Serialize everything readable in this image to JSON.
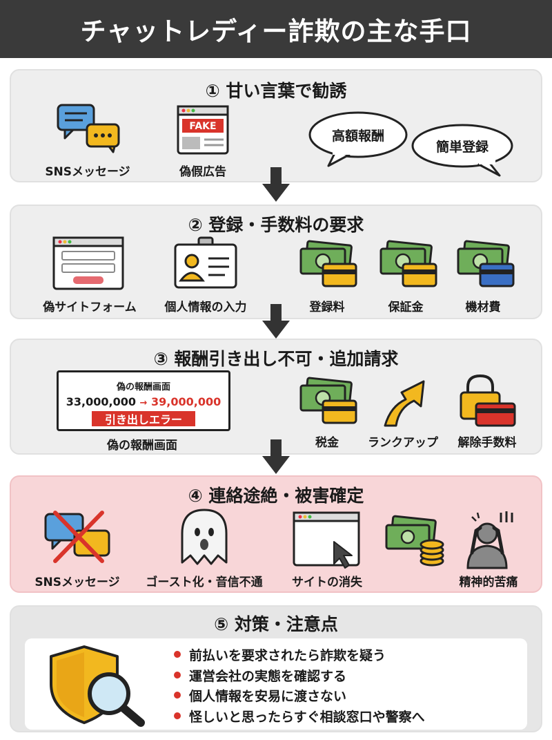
{
  "title": "チャットレディー詐欺の主な手口",
  "step1": {
    "title": "① 甘い言葉で勧誘",
    "labels": [
      "SNSメッセージ",
      "偽假広告"
    ],
    "fake_tag": "FAKE",
    "bubbles": [
      "高額報酬",
      "簡単登録"
    ]
  },
  "step2": {
    "title": "② 登録・手数料の要求",
    "labels": [
      "偽サイトフォーム",
      "個人情報の入力",
      "登録料",
      "保証金",
      "機材費"
    ]
  },
  "step3": {
    "title": "③ 報酬引き出し不可・追加請求",
    "screen": {
      "heading": "偽の報酬画面",
      "amount_from": "33,000,000",
      "amount_to": "39,000,000",
      "error": "引き出しエラー"
    },
    "labels": [
      "偽の報酬画面",
      "税金",
      "ランクアップ",
      "解除手数料"
    ]
  },
  "step4": {
    "title": "④ 連絡途絶・被害確定",
    "labels": [
      "SNSメッセージ",
      "ゴースト化・音信不通",
      "サイトの消失",
      "精神的苦痛"
    ]
  },
  "step5": {
    "title": "⑤ 対策・注意点",
    "bullets": [
      "前払いを要求されたら詐欺を疑う",
      "運営会社の実態を確認する",
      "個人情報を安易に渡さない",
      "怪しいと思ったらすぐ相談窓口や警察へ"
    ]
  },
  "colors": {
    "title_bg": "#3a3a3a",
    "panel_bg": "#eeeeee",
    "panel_red_bg": "#f8d6d8",
    "accent_red": "#d9342b",
    "money_green": "#6fae5a",
    "gold": "#f2b81f"
  }
}
